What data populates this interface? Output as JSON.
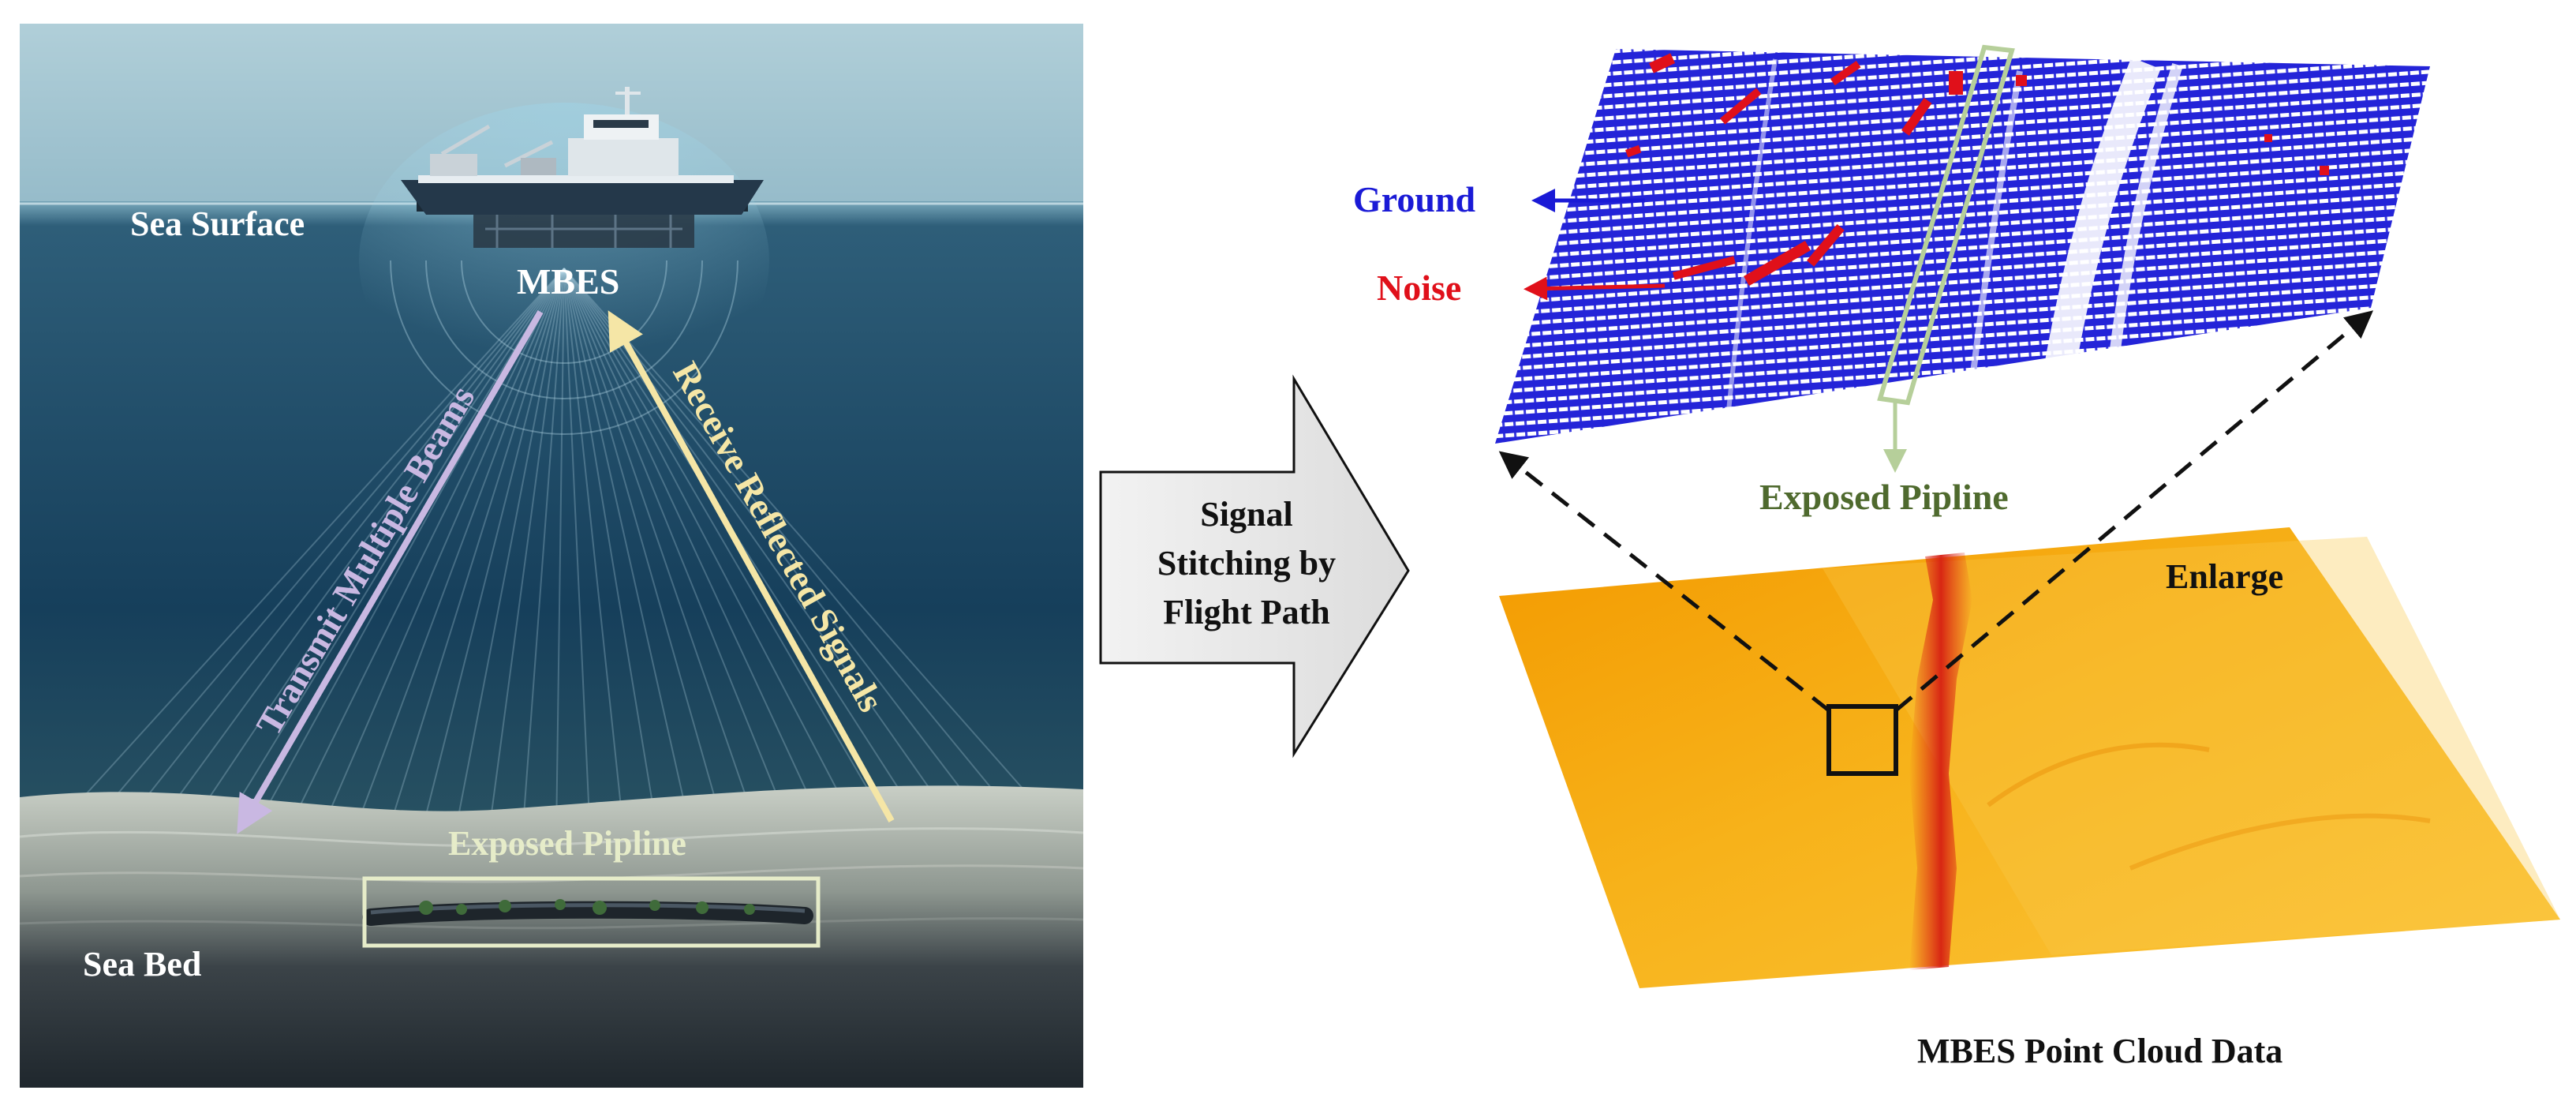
{
  "ocean_panel": {
    "sea_surface_label": "Sea Surface",
    "sensor_label": "MBES",
    "transmit_label": "Transmit Multiple Beams",
    "receive_label": "Receive Reflected Signals",
    "pipeline_label": "Exposed Pipline",
    "sea_bed_label": "Sea Bed"
  },
  "process_arrow": {
    "lines": [
      "Signal",
      "Stitching by",
      "Flight Path"
    ]
  },
  "point_cloud_panel": {
    "ground_label": "Ground",
    "noise_label": "Noise",
    "pipeline_label": "Exposed Pipline",
    "enlarge_label": "Enlarge",
    "caption": "MBES Point Cloud Data"
  },
  "colors": {
    "ground_points": "#1a1ad6",
    "noise_points": "#e0101a",
    "pipeline_box": "#b6cf9a",
    "pipeline_text": "#4f6a2e",
    "transmit_arrow": "#c9b8e2",
    "receive_arrow": "#f5e6a6",
    "heatmap_low": "#f2a000",
    "heatmap_high": "#e0301a"
  }
}
